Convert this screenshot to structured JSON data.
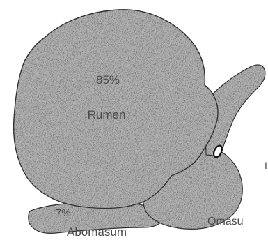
{
  "labels": {
    "rumen_percent": "85%",
    "rumen": "Rumen",
    "abomasum_percent": "7%",
    "abomasum": "Abomasum",
    "omasum": "Omasu",
    "reticulum_edge": "I"
  },
  "colors": {
    "organ_fill": "#b4b4b4",
    "outline": "#2a2a2a",
    "text": "#4a4a4a"
  }
}
